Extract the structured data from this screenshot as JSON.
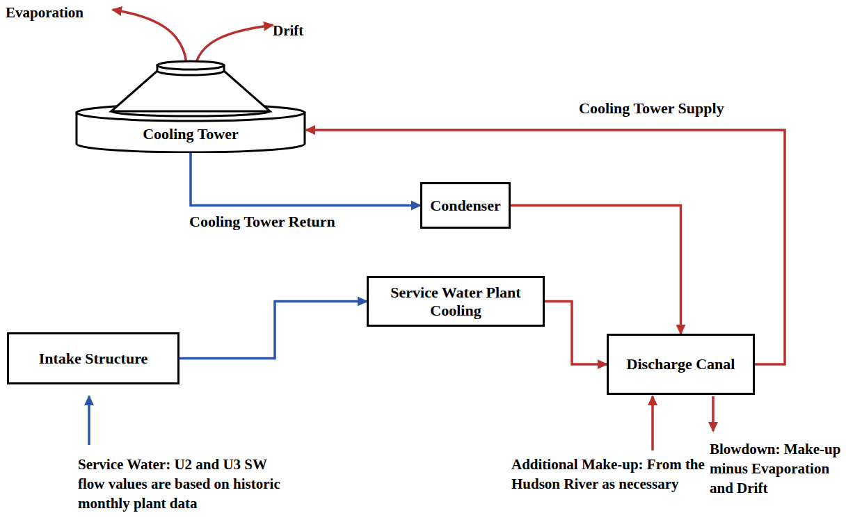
{
  "diagram": {
    "nodes": [
      {
        "text": [
          "Cooling Tower"
        ]
      },
      {
        "text": [
          "Condenser"
        ]
      },
      {
        "text": [
          "Service Water Plant Cooling"
        ]
      },
      {
        "text": [
          "Intake Structure"
        ]
      },
      {
        "text": [
          "Discharge Canal"
        ]
      }
    ],
    "edges": [
      {
        "from": 0,
        "to": 1,
        "label": "Cooling Tower Return",
        "arrow": "to"
      },
      {
        "from": 1,
        "to": 4,
        "arrow": "to"
      },
      {
        "from": 3,
        "to": 2,
        "arrow": "to"
      },
      {
        "from": 2,
        "to": 4,
        "arrow": "to"
      },
      {
        "from": 4,
        "to": 0,
        "label": "Cooling Tower Supply",
        "arrow": "to"
      }
    ],
    "labels": [
      "Evaporation",
      "Drift",
      "Service Water: U2 and U3 SW flow values are based on historic monthly plant data",
      "Additional Make-up: From the Hudson River as necessary",
      "Blowdown: Make-up minus Evaporation and Drift"
    ]
  }
}
